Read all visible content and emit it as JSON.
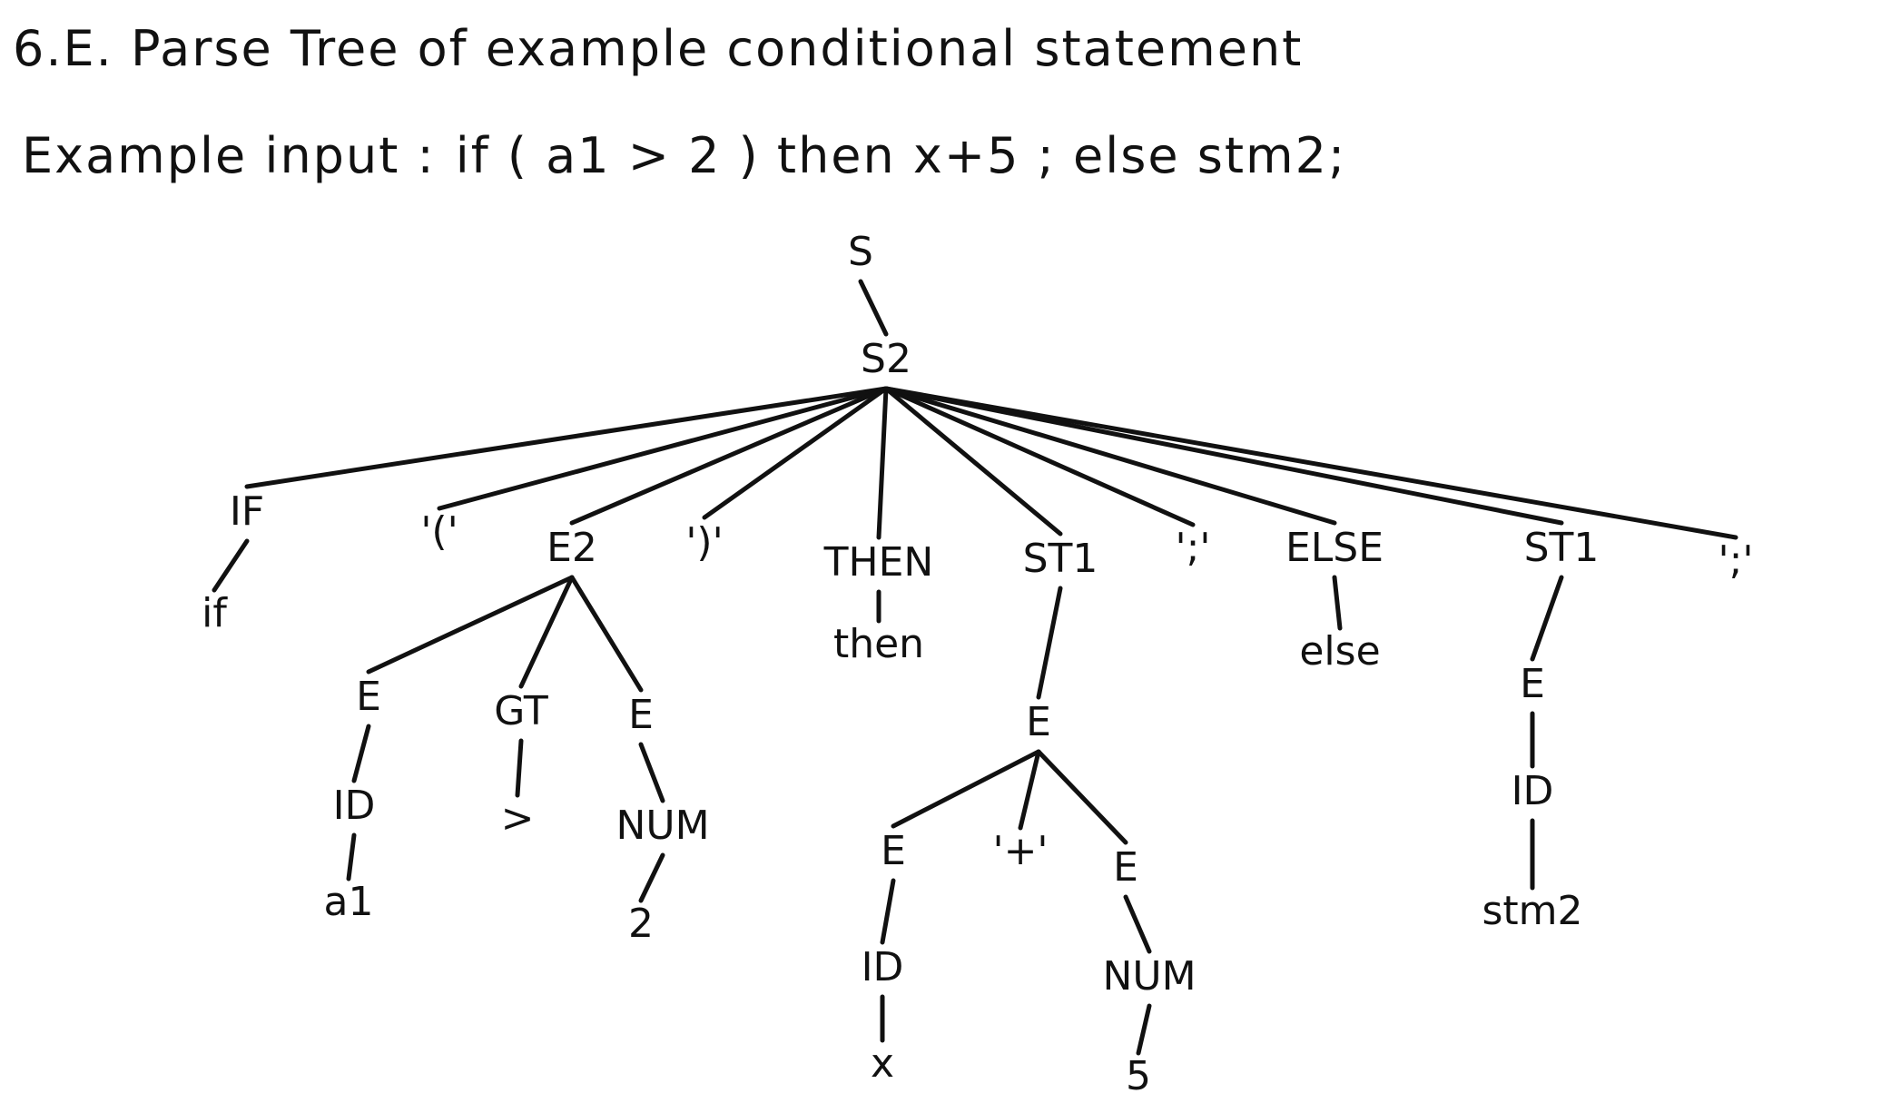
{
  "title": "6.E. Parse Tree of example conditional statement",
  "example": {
    "label": "Example input :",
    "code": "if ( a1 > 2 ) then x+5 ; else stm2;"
  },
  "tree": {
    "nodes": [
      {
        "id": "S",
        "label": "S"
      },
      {
        "id": "S2",
        "label": "S2"
      },
      {
        "id": "IF",
        "label": "IF"
      },
      {
        "id": "if",
        "label": "if"
      },
      {
        "id": "lp",
        "label": "'('"
      },
      {
        "id": "E2",
        "label": "E2"
      },
      {
        "id": "rp",
        "label": "')'"
      },
      {
        "id": "THEN",
        "label": "THEN"
      },
      {
        "id": "then",
        "label": "then"
      },
      {
        "id": "ST1a",
        "label": "ST1"
      },
      {
        "id": "semi1",
        "label": "';'"
      },
      {
        "id": "ELSE",
        "label": "ELSE"
      },
      {
        "id": "else",
        "label": "else"
      },
      {
        "id": "ST1b",
        "label": "ST1"
      },
      {
        "id": "semi2",
        "label": "';'"
      },
      {
        "id": "E_a",
        "label": "E"
      },
      {
        "id": "ID_a",
        "label": "ID"
      },
      {
        "id": "a1",
        "label": "a1"
      },
      {
        "id": "GT",
        "label": "GT"
      },
      {
        "id": "gt",
        "label": ">"
      },
      {
        "id": "E_b",
        "label": "E"
      },
      {
        "id": "NUM_b",
        "label": "NUM"
      },
      {
        "id": "two",
        "label": "2"
      },
      {
        "id": "E_c",
        "label": "E"
      },
      {
        "id": "E_d",
        "label": "E"
      },
      {
        "id": "plus",
        "label": "'+'"
      },
      {
        "id": "E_e",
        "label": "E"
      },
      {
        "id": "ID_d",
        "label": "ID"
      },
      {
        "id": "x",
        "label": "x"
      },
      {
        "id": "NUM_e",
        "label": "NUM"
      },
      {
        "id": "five",
        "label": "5"
      },
      {
        "id": "E_f",
        "label": "E"
      },
      {
        "id": "ID_f",
        "label": "ID"
      },
      {
        "id": "stm2",
        "label": "stm2"
      }
    ],
    "edges": [
      [
        "S",
        "S2"
      ],
      [
        "S2",
        "IF"
      ],
      [
        "S2",
        "lp"
      ],
      [
        "S2",
        "E2"
      ],
      [
        "S2",
        "rp"
      ],
      [
        "S2",
        "THEN"
      ],
      [
        "S2",
        "ST1a"
      ],
      [
        "S2",
        "semi1"
      ],
      [
        "S2",
        "ELSE"
      ],
      [
        "S2",
        "ST1b"
      ],
      [
        "S2",
        "semi2"
      ],
      [
        "IF",
        "if"
      ],
      [
        "THEN",
        "then"
      ],
      [
        "ELSE",
        "else"
      ],
      [
        "E2",
        "E_a"
      ],
      [
        "E2",
        "GT"
      ],
      [
        "E2",
        "E_b"
      ],
      [
        "E_a",
        "ID_a"
      ],
      [
        "ID_a",
        "a1"
      ],
      [
        "GT",
        "gt"
      ],
      [
        "E_b",
        "NUM_b"
      ],
      [
        "NUM_b",
        "two"
      ],
      [
        "ST1a",
        "E_c"
      ],
      [
        "E_c",
        "E_d"
      ],
      [
        "E_c",
        "plus"
      ],
      [
        "E_c",
        "E_e"
      ],
      [
        "E_d",
        "ID_d"
      ],
      [
        "ID_d",
        "x"
      ],
      [
        "E_e",
        "NUM_e"
      ],
      [
        "NUM_e",
        "five"
      ],
      [
        "ST1b",
        "E_f"
      ],
      [
        "E_f",
        "ID_f"
      ],
      [
        "ID_f",
        "stm2"
      ]
    ]
  }
}
